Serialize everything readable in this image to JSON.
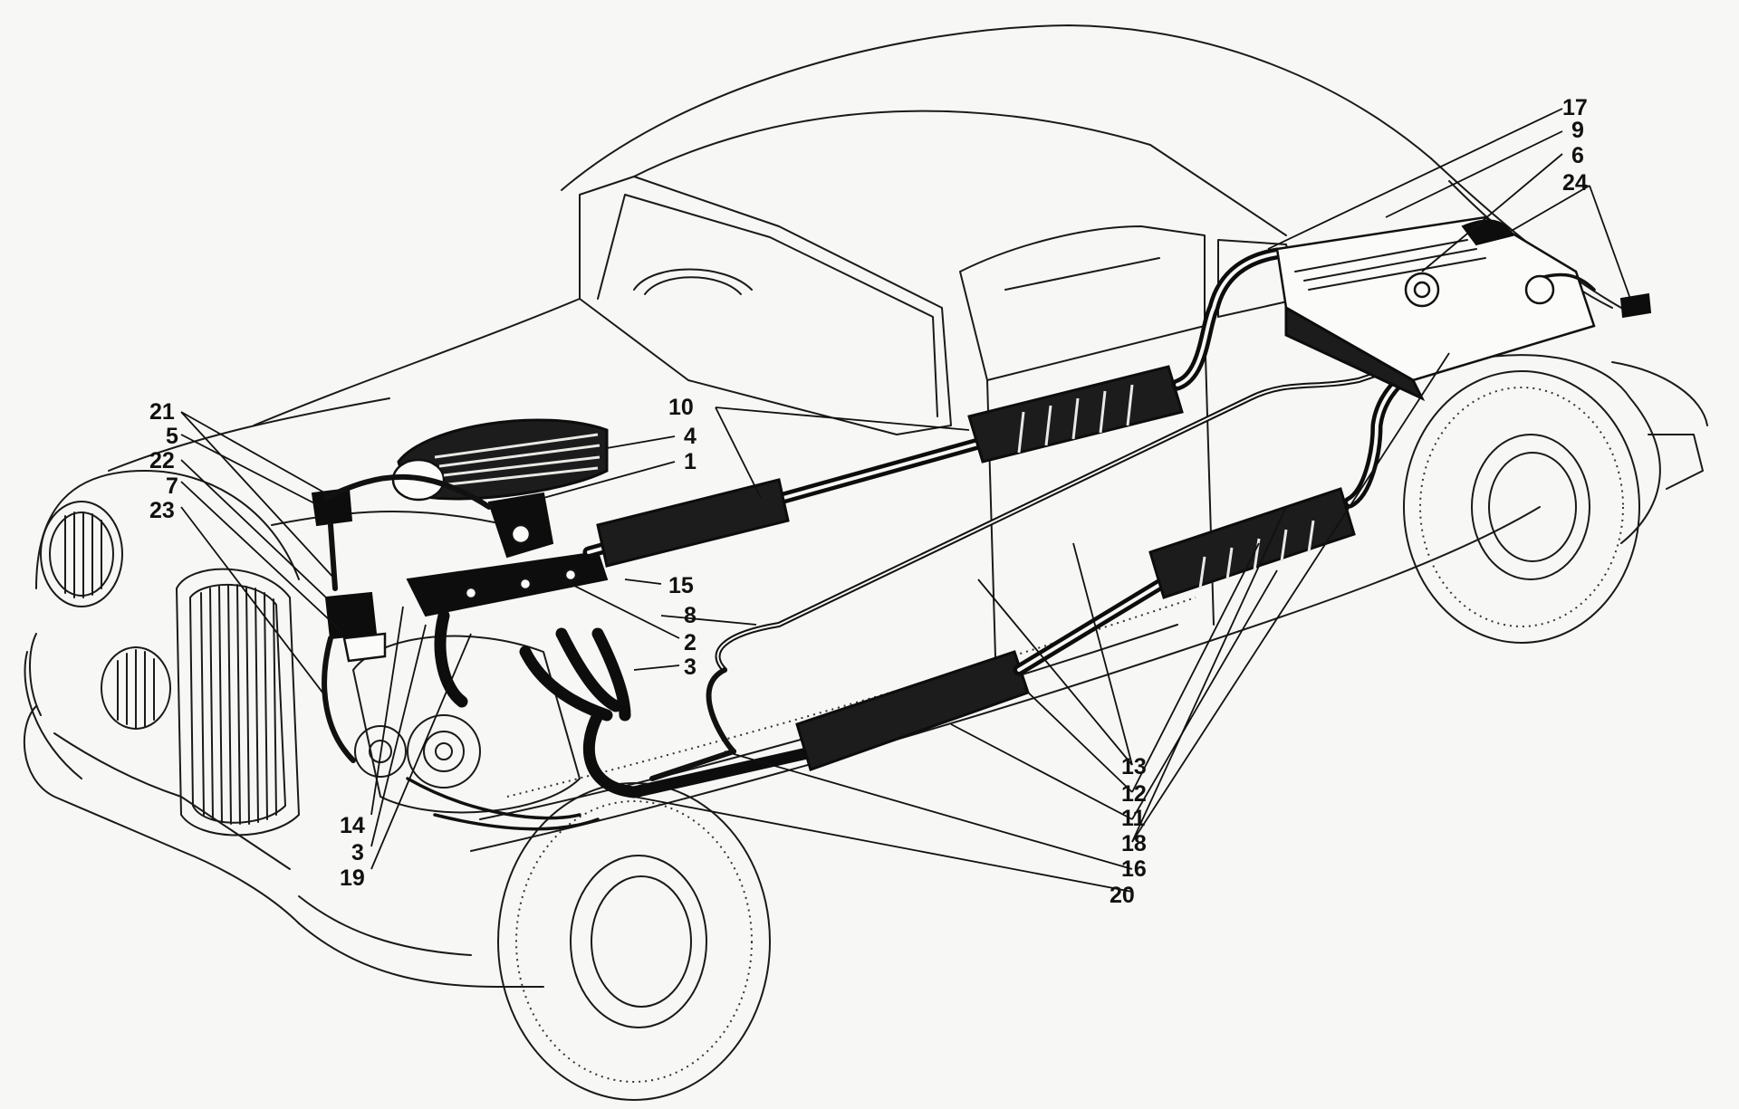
{
  "diagram": {
    "labels": [
      {
        "id": "l17",
        "text": "17"
      },
      {
        "id": "l9",
        "text": "9"
      },
      {
        "id": "l6",
        "text": "6"
      },
      {
        "id": "l24",
        "text": "24"
      },
      {
        "id": "l10",
        "text": "10"
      },
      {
        "id": "l4",
        "text": "4"
      },
      {
        "id": "l1",
        "text": "1"
      },
      {
        "id": "l21",
        "text": "21"
      },
      {
        "id": "l5",
        "text": "5"
      },
      {
        "id": "l22",
        "text": "22"
      },
      {
        "id": "l7",
        "text": "7"
      },
      {
        "id": "l23",
        "text": "23"
      },
      {
        "id": "l15",
        "text": "15"
      },
      {
        "id": "l8",
        "text": "8"
      },
      {
        "id": "l2",
        "text": "2"
      },
      {
        "id": "l3a",
        "text": "3"
      },
      {
        "id": "l13",
        "text": "13"
      },
      {
        "id": "l12",
        "text": "12"
      },
      {
        "id": "l11",
        "text": "11"
      },
      {
        "id": "l18",
        "text": "18"
      },
      {
        "id": "l16",
        "text": "16"
      },
      {
        "id": "l20",
        "text": "20"
      },
      {
        "id": "l14",
        "text": "14"
      },
      {
        "id": "l3b",
        "text": "3"
      },
      {
        "id": "l19",
        "text": "19"
      }
    ]
  }
}
